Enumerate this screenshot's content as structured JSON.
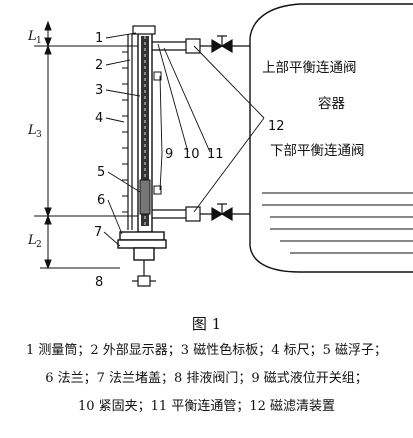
{
  "diagram": {
    "part_numbers": [
      "1",
      "2",
      "3",
      "4",
      "5",
      "6",
      "7",
      "8",
      "9",
      "10",
      "11",
      "12"
    ],
    "dimensions": [
      {
        "symbol": "L",
        "sub": "1"
      },
      {
        "symbol": "L",
        "sub": "3"
      },
      {
        "symbol": "L",
        "sub": "2"
      }
    ],
    "labels": {
      "upper_valve": "上部平衡连通阀",
      "lower_valve": "下部平衡连通阀",
      "vessel": "容器"
    }
  },
  "caption": "图 1",
  "legend": {
    "line1": "1 测量筒；2 外部显示器；3 磁性色标板；4 标尺；5 磁浮子；",
    "line2": "6 法兰；7 法兰堵盖；8 排液阀门；9 磁式液位开关组；",
    "line3": "10 紧固夹；11 平衡连通管；12 磁滤清装置"
  },
  "colors": {
    "ink": "#111111",
    "background": "#ffffff"
  }
}
